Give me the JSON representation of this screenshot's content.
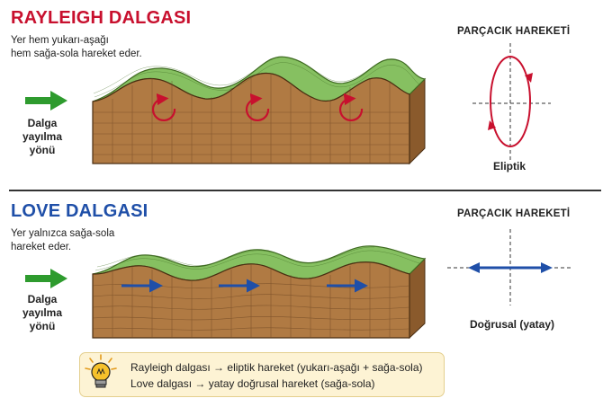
{
  "rayleigh": {
    "title": "RAYLEIGH DALGASI",
    "desc_line1": "Yer hem yukarı-aşağı",
    "desc_line2": "hem sağa-sola hareket eder.",
    "direction_line1": "Dalga",
    "direction_line2": "yayılma",
    "direction_line3": "yönü",
    "motion_title": "PARÇACIK HAREKETİ",
    "motion_caption": "Eliptik"
  },
  "love": {
    "title": "LOVE DALGASI",
    "desc_line1": "Yer yalnızca sağa-sola",
    "desc_line2": "hareket eder.",
    "direction_line1": "Dalga",
    "direction_line2": "yayılma",
    "direction_line3": "yönü",
    "motion_title": "PARÇACIK HAREKETİ",
    "motion_caption": "Doğrusal (yatay)"
  },
  "summary": {
    "line1": "Rayleigh dalgası → eliptik hareket (yukarı-aşağı + sağa-sola)",
    "line2": "Love dalgası → yatay doğrusal hareket (sağa-sola)"
  },
  "colors": {
    "rayleigh_accent": "#c8102e",
    "love_accent": "#1f4fa8",
    "arrow_green": "#2e9b2e",
    "grass": "#86c061",
    "soil": "#b07a43"
  }
}
